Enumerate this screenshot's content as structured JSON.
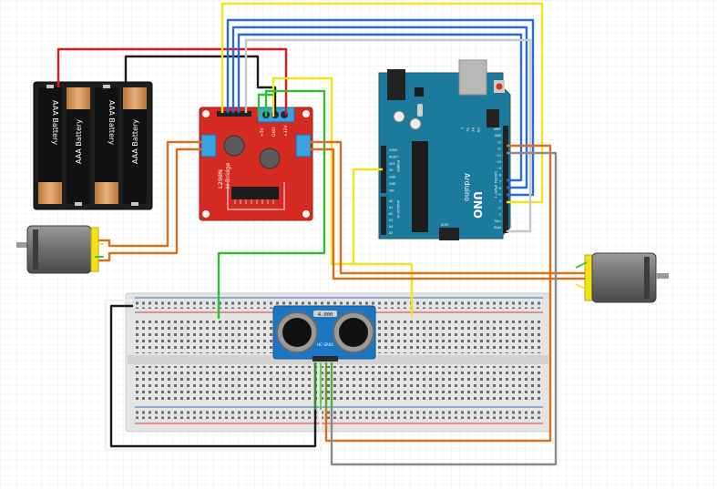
{
  "battery": {
    "label": "AAA Battery",
    "cells": 4
  },
  "hbridge": {
    "name": "L298N",
    "subtitle": "H-Bridge",
    "pin_5v": "+5V",
    "pin_gnd": "GND",
    "pin_12v": "+12V"
  },
  "arduino": {
    "brand": "Arduino",
    "model": "UNO",
    "power_label": "POWER",
    "analog_label": "ANALOG IN",
    "digital_label": "DIGITAL (PWM~)",
    "icsp_label": "ICSP",
    "tx_label": "TX",
    "rx_label": "RX",
    "l_label": "L",
    "on_label": "ON",
    "power_pins": [
      "IOREF",
      "RESET",
      "3V3",
      "5V",
      "GND",
      "GND",
      "VIN"
    ],
    "analog_pins": [
      "A0",
      "A1",
      "A2",
      "A3",
      "A4",
      "A5"
    ],
    "digital_pins": [
      "AREF",
      "GND",
      "13",
      "12",
      "~11",
      "~10",
      "~9",
      "8",
      "7",
      "~6",
      "~5",
      "4",
      "~3",
      "2",
      "TX▸1",
      "RX◂0"
    ]
  },
  "sensor": {
    "crystal": "4.000",
    "model": "HC-SR04"
  },
  "colors": {
    "wire_red": "#e8141a",
    "wire_black": "#1a1a1a",
    "wire_yellow": "#f5e21b",
    "wire_blue": "#2a6bd8",
    "wire_green": "#2fbf2f",
    "wire_orange": "#d8711e",
    "wire_gray": "#8a8a8a",
    "wire_white": "#f2f2f2",
    "hbridge_board": "#d42a22",
    "arduino_board": "#1c7b9c",
    "sensor_board": "#1b76c4",
    "breadboard": "#e6e6e6"
  }
}
